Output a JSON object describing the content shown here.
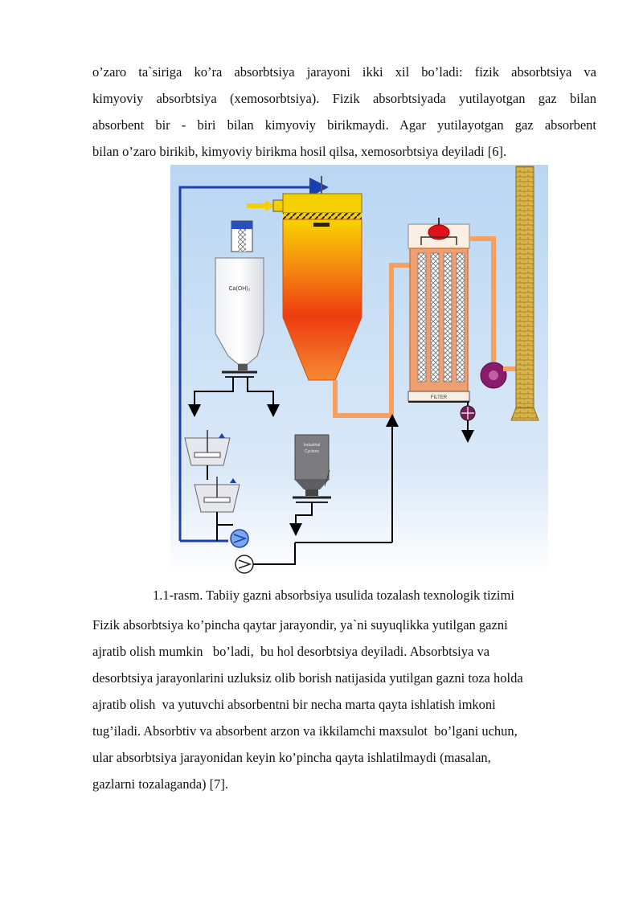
{
  "paragraph_top": {
    "lines": [
      "o’zaro ta`siriga ko’ra absorbtsiya jarayoni ikki xil bo’ladi: fizik absorbtsiya va",
      "kimyoviy absorbtsiya (xemosorbtsiya). Fizik absorbtsiyada yutilayotgan gaz bilan",
      "absorbent bir - biri bilan kimyoviy birikmaydi. Agar yutilayotgan gaz absorbent",
      "bilan o’zaro birikib, kimyoviy birikma hosil qilsa, xemosorbtsiya deyiladi [6]."
    ]
  },
  "figure": {
    "silo_label": "Ca(OH)₂",
    "reactor_label": "",
    "filter_label": "FILTER",
    "small_tank_label_1": "Industrial",
    "small_tank_label_2": "Cyclone",
    "colors": {
      "background": "#c8dff5",
      "pipe_blue": "#1a3fb0",
      "pipe_orange": "#f5a060",
      "stack": "#c9a23a",
      "reactor_top": "#f5d000",
      "reactor_bottom": "#f06010"
    }
  },
  "caption": "1.1-rasm. Tabiiy gazni absorbsiya usulida tozalash texnologik tizimi",
  "paragraph_bottom": {
    "lines": [
      "Fizik absorbtsiya ko’pincha qaytar jarayondir, ya`ni suyuqlikka yutilgan gazni",
      "ajratib olish mumkin   bo’ladi,  bu hol desorbtsiya deyiladi. Absorbtsiya va",
      "desorbtsiya jarayonlarini uzluksiz olib borish natijasida yutilgan gazni toza holda",
      "ajratib olish  va yutuvchi absorbentni bir necha marta qayta ishlatish imkoni",
      "tug’iladi. Absorbtiv va absorbent arzon va ikkilamchi maxsulot  bo’lgani uchun,",
      "ular absorbtsiya jarayonidan keyin ko’pincha qayta ishlatilmaydi (masalan,",
      "gazlarni tozalaganda) [7]."
    ]
  }
}
